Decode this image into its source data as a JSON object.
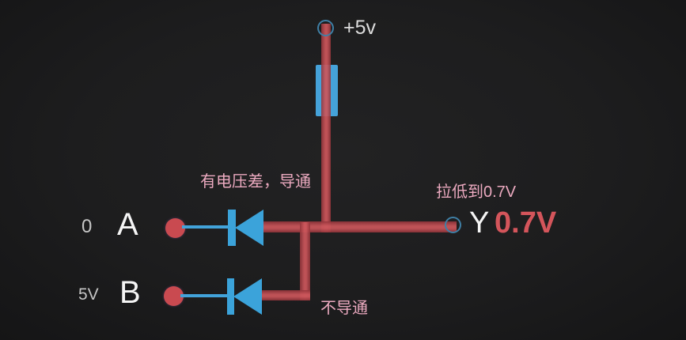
{
  "supply": {
    "label": "+5v"
  },
  "inputs": [
    {
      "name": "A",
      "label": "A",
      "value": "0",
      "annotation": "有电压差，导通"
    },
    {
      "name": "B",
      "label": "B",
      "value": "5V",
      "annotation": "不导通"
    }
  ],
  "output": {
    "label": "Y",
    "value": "0.7V",
    "annotation": "拉低到0.7V"
  },
  "icons": {
    "power_terminal": "circle-terminal",
    "output_terminal": "circle-terminal",
    "resistor": "resistor-body",
    "diode_a": "diode-left-with-cathode-bar",
    "diode_b": "diode-left-with-cathode-bar",
    "node_a": "junction-dot",
    "node_b": "junction-dot"
  },
  "colors": {
    "background": "#1d1d1e",
    "wire_red": "#b5474d",
    "component_blue": "#3ba3da",
    "resistor_blue": "#45a2d9",
    "terminal_ring_blue": "#3f7fa5",
    "node_dot_red": "#c94a50",
    "annotation_pink": "#ecaac0",
    "output_value_red": "#d4555b",
    "label_white": "#f5f5f5",
    "value_gray": "#c6c6c6"
  }
}
